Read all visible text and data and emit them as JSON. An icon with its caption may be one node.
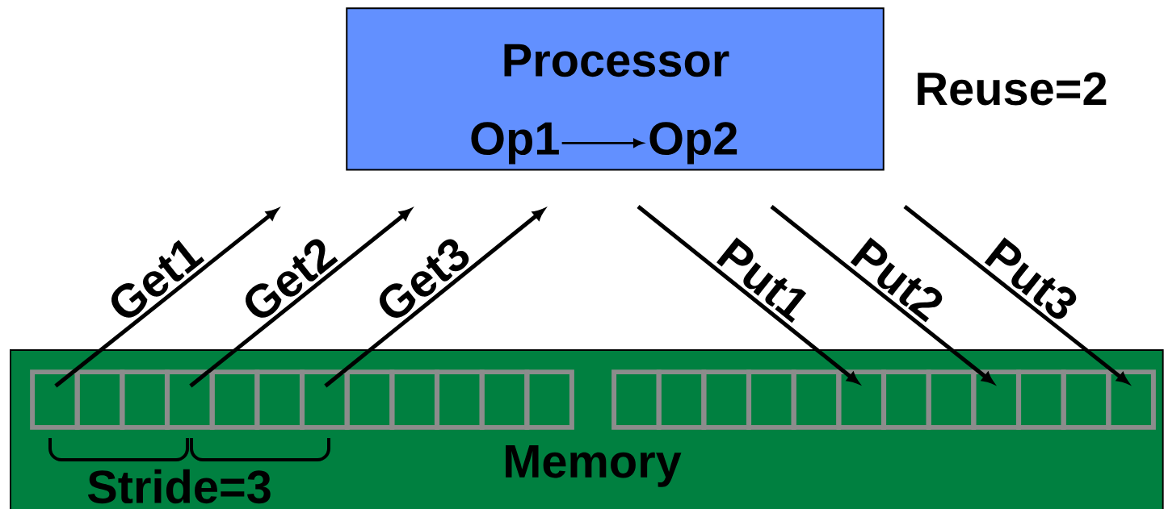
{
  "diagram": {
    "nodes": [
      {
        "text": [
          "Processor"
        ]
      },
      {
        "text": [
          "Op1"
        ],
        "in": 0
      },
      {
        "text": [
          "Op2"
        ],
        "in": 0
      },
      {
        "text": [
          "Memory"
        ]
      },
      {
        "text": [],
        "shape": "box",
        "in": 3
      },
      {
        "text": [],
        "shape": "box",
        "in": 3
      },
      {
        "text": [],
        "shape": "box",
        "in": 3
      },
      {
        "text": [],
        "shape": "box",
        "in": 3
      },
      {
        "text": [],
        "shape": "box",
        "in": 3
      },
      {
        "text": [],
        "shape": "box",
        "in": 3
      },
      {
        "text": [],
        "shape": "box",
        "in": 3
      },
      {
        "text": [],
        "shape": "box",
        "in": 3
      },
      {
        "text": [],
        "shape": "box",
        "in": 3
      },
      {
        "text": [],
        "shape": "box",
        "in": 3
      },
      {
        "text": [],
        "shape": "box",
        "in": 3
      },
      {
        "text": [],
        "shape": "box",
        "in": 3
      },
      {
        "text": [],
        "shape": "box",
        "in": 3
      },
      {
        "text": [],
        "shape": "box",
        "in": 3
      },
      {
        "text": [],
        "shape": "box",
        "in": 3
      },
      {
        "text": [],
        "shape": "box",
        "in": 3
      },
      {
        "text": [],
        "shape": "box",
        "in": 3
      },
      {
        "text": [],
        "shape": "box",
        "in": 3
      },
      {
        "text": [],
        "shape": "box",
        "in": 3
      },
      {
        "text": [],
        "shape": "box",
        "in": 3
      },
      {
        "text": [],
        "shape": "box",
        "in": 3
      },
      {
        "text": [],
        "shape": "box",
        "in": 3
      },
      {
        "text": [],
        "shape": "box",
        "in": 3
      },
      {
        "text": [],
        "shape": "box",
        "in": 3
      }
    ],
    "edges": [
      {
        "from": 1,
        "to": 2,
        "arrow": "to"
      },
      {
        "from": 4,
        "to": null,
        "arrow": "to",
        "label": "Get1"
      },
      {
        "from": 7,
        "to": null,
        "arrow": "to",
        "label": "Get2"
      },
      {
        "from": 10,
        "to": null,
        "arrow": "to",
        "label": "Get3"
      },
      {
        "from": null,
        "to": 21,
        "arrow": "to",
        "label": "Put1"
      },
      {
        "from": null,
        "to": 24,
        "arrow": "to",
        "label": "Put2"
      },
      {
        "from": null,
        "to": 27,
        "arrow": "to",
        "label": "Put3"
      }
    ],
    "labels": [
      "Reuse=2",
      "Stride=3"
    ]
  }
}
